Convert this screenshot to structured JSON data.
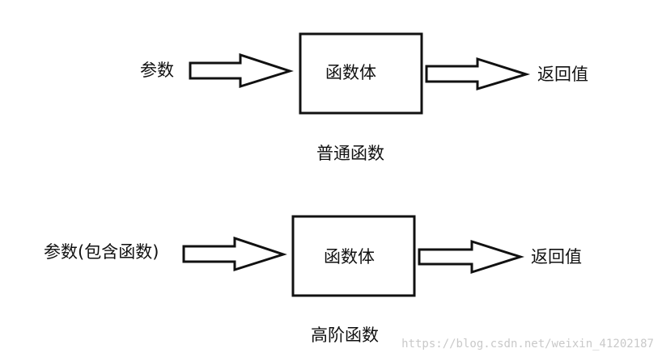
{
  "diagrams": [
    {
      "input_label": "参数",
      "box_label": "函数体",
      "output_label": "返回值",
      "caption": "普通函数"
    },
    {
      "input_label": "参数(包含函数)",
      "box_label": "函数体",
      "output_label": "返回值",
      "caption": "高阶函数"
    }
  ],
  "watermark": "https://blog.csdn.net/weixin_41202187"
}
